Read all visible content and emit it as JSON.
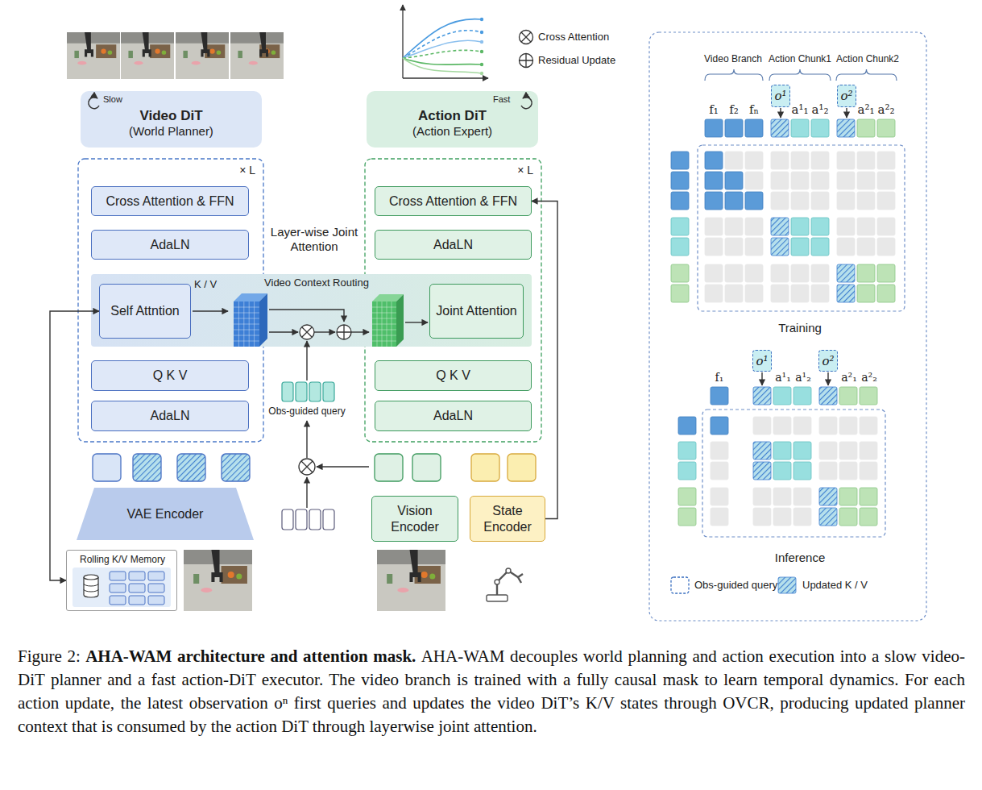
{
  "diagram": {
    "title": "AHA-WAM architecture and attention mask.",
    "caption": "AHA-WAM decouples world planning and action execution into a slow video-DiT planner and a fast action-DiT executor. The video branch is trained with a fully causal mask to learn temporal dynamics. For each action update, the latest observation oⁿ first queries and updates the video DiT’s K/V states through OVCR, producing updated planner context that is consumed by the action DiT through layerwise joint attention.",
    "nodes": [
      {
        "text": [
          "Slow",
          "Video DiT",
          "(World Planner)"
        ]
      },
      {
        "text": [
          "Fast",
          "Action DiT",
          "(Action Expert)"
        ]
      },
      {
        "text": [
          "× L"
        ]
      },
      {
        "text": [
          "Cross Attention & FFN"
        ],
        "in": 2
      },
      {
        "text": [
          "AdaLN"
        ],
        "in": 2
      },
      {
        "text": [
          "Q K V"
        ],
        "in": 2
      },
      {
        "text": [
          "AdaLN"
        ],
        "in": 2
      },
      {
        "text": [
          "× L"
        ]
      },
      {
        "text": [
          "Cross Attention & FFN"
        ],
        "in": 7
      },
      {
        "text": [
          "AdaLN"
        ],
        "in": 7
      },
      {
        "text": [
          "Q K V"
        ],
        "in": 7
      },
      {
        "text": [
          "AdaLN"
        ],
        "in": 7
      },
      {
        "text": [
          "Video Context Routing"
        ]
      },
      {
        "text": [
          "Self Attntion"
        ],
        "in": 12
      },
      {
        "text": [
          "Joint Attention"
        ],
        "in": 12
      },
      {
        "text": [
          "VAE Encoder"
        ]
      },
      {
        "text": [
          "Rolling K/V Memory"
        ]
      },
      {
        "text": [
          "Vision Encoder"
        ]
      },
      {
        "text": [
          "State Encoder"
        ]
      },
      {
        "text": [
          "o¹"
        ]
      },
      {
        "text": [
          "o²"
        ]
      },
      {
        "text": [
          "o¹"
        ]
      },
      {
        "text": [
          "o²"
        ]
      }
    ],
    "edges": [
      {
        "from": 16,
        "to": 13,
        "arrow": "both"
      },
      {
        "from": 18,
        "to": 8,
        "arrow": "to"
      }
    ],
    "labels": [
      "Layer-wise Joint Attention",
      "K / V",
      "Obs-guided query",
      "Video Branch",
      "Action Chunk1",
      "Action Chunk2",
      "f₁",
      "f₂",
      "fₙ",
      "a¹₁",
      "a¹₂",
      "a²₁",
      "a²₂",
      "Training",
      "f₁",
      "a¹₁",
      "a¹₂",
      "a²₁",
      "a²₂",
      "Inference",
      "Figure 2:"
    ],
    "legend": [
      {
        "text": "Cross Attention"
      },
      {
        "text": "Residual Update"
      },
      {
        "text": "Obs-guided query"
      },
      {
        "text": "Updated K / V"
      }
    ]
  }
}
